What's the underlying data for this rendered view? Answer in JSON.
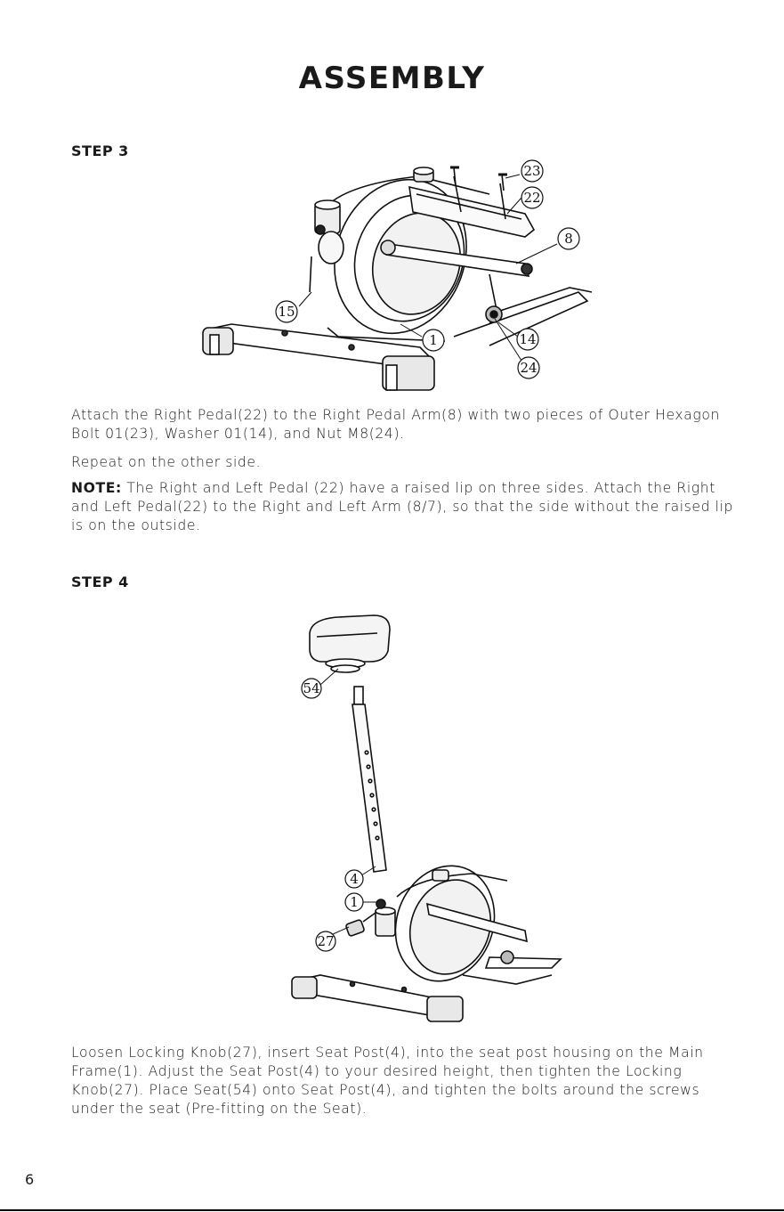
{
  "title": "ASSEMBLY",
  "step3": {
    "label": "STEP 3",
    "para1": "Attach the Right Pedal(22) to the Right Pedal Arm(8) with two pieces of Outer Hexagon Bolt 01(23), Washer 01(14), and Nut M8(24).",
    "para2": "Repeat on the other side.",
    "note_label": "NOTE:",
    "note_text": " The Right and Left Pedal (22) have a raised lip on three sides. Attach the Right and Left Pedal(22) to the Right and Left Arm (8/7), so that the side without the raised lip is on the outside.",
    "callouts": [
      "23",
      "22",
      "8",
      "15",
      "1",
      "14",
      "24"
    ]
  },
  "step4": {
    "label": "STEP 4",
    "para1": "Loosen Locking Knob(27), insert Seat Post(4), into the seat post housing on the Main Frame(1). Adjust the Seat Post(4) to your desired height, then tighten the Locking Knob(27). Place Seat(54) onto Seat Post(4), and tighten the bolts around the screws under the seat (Pre-fitting on the Seat).",
    "callouts": [
      "54",
      "4",
      "1",
      "27"
    ]
  },
  "page_number": "6"
}
